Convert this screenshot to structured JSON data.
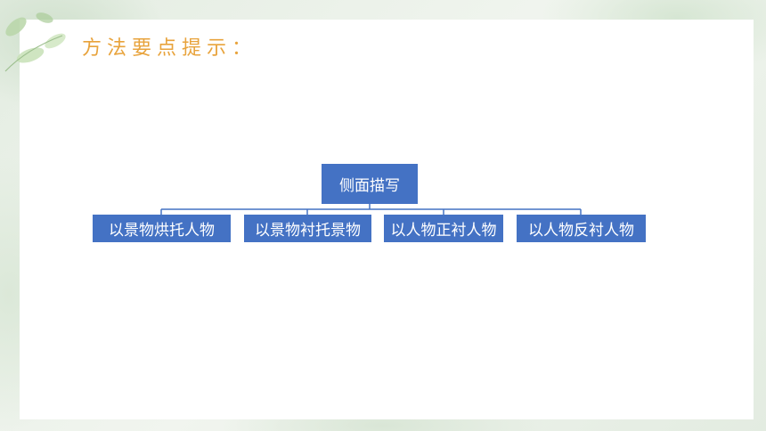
{
  "title": "方法要点提示：",
  "diagram": {
    "root": "侧面描写",
    "children": [
      "以景物烘托人物",
      "以景物衬托景物",
      "以人物正衬人物",
      "以人物反衬人物"
    ]
  },
  "colors": {
    "node_fill": "#4472c4",
    "node_text": "#ffffff",
    "connector": "#4472c4",
    "title": "#e8a33c"
  }
}
